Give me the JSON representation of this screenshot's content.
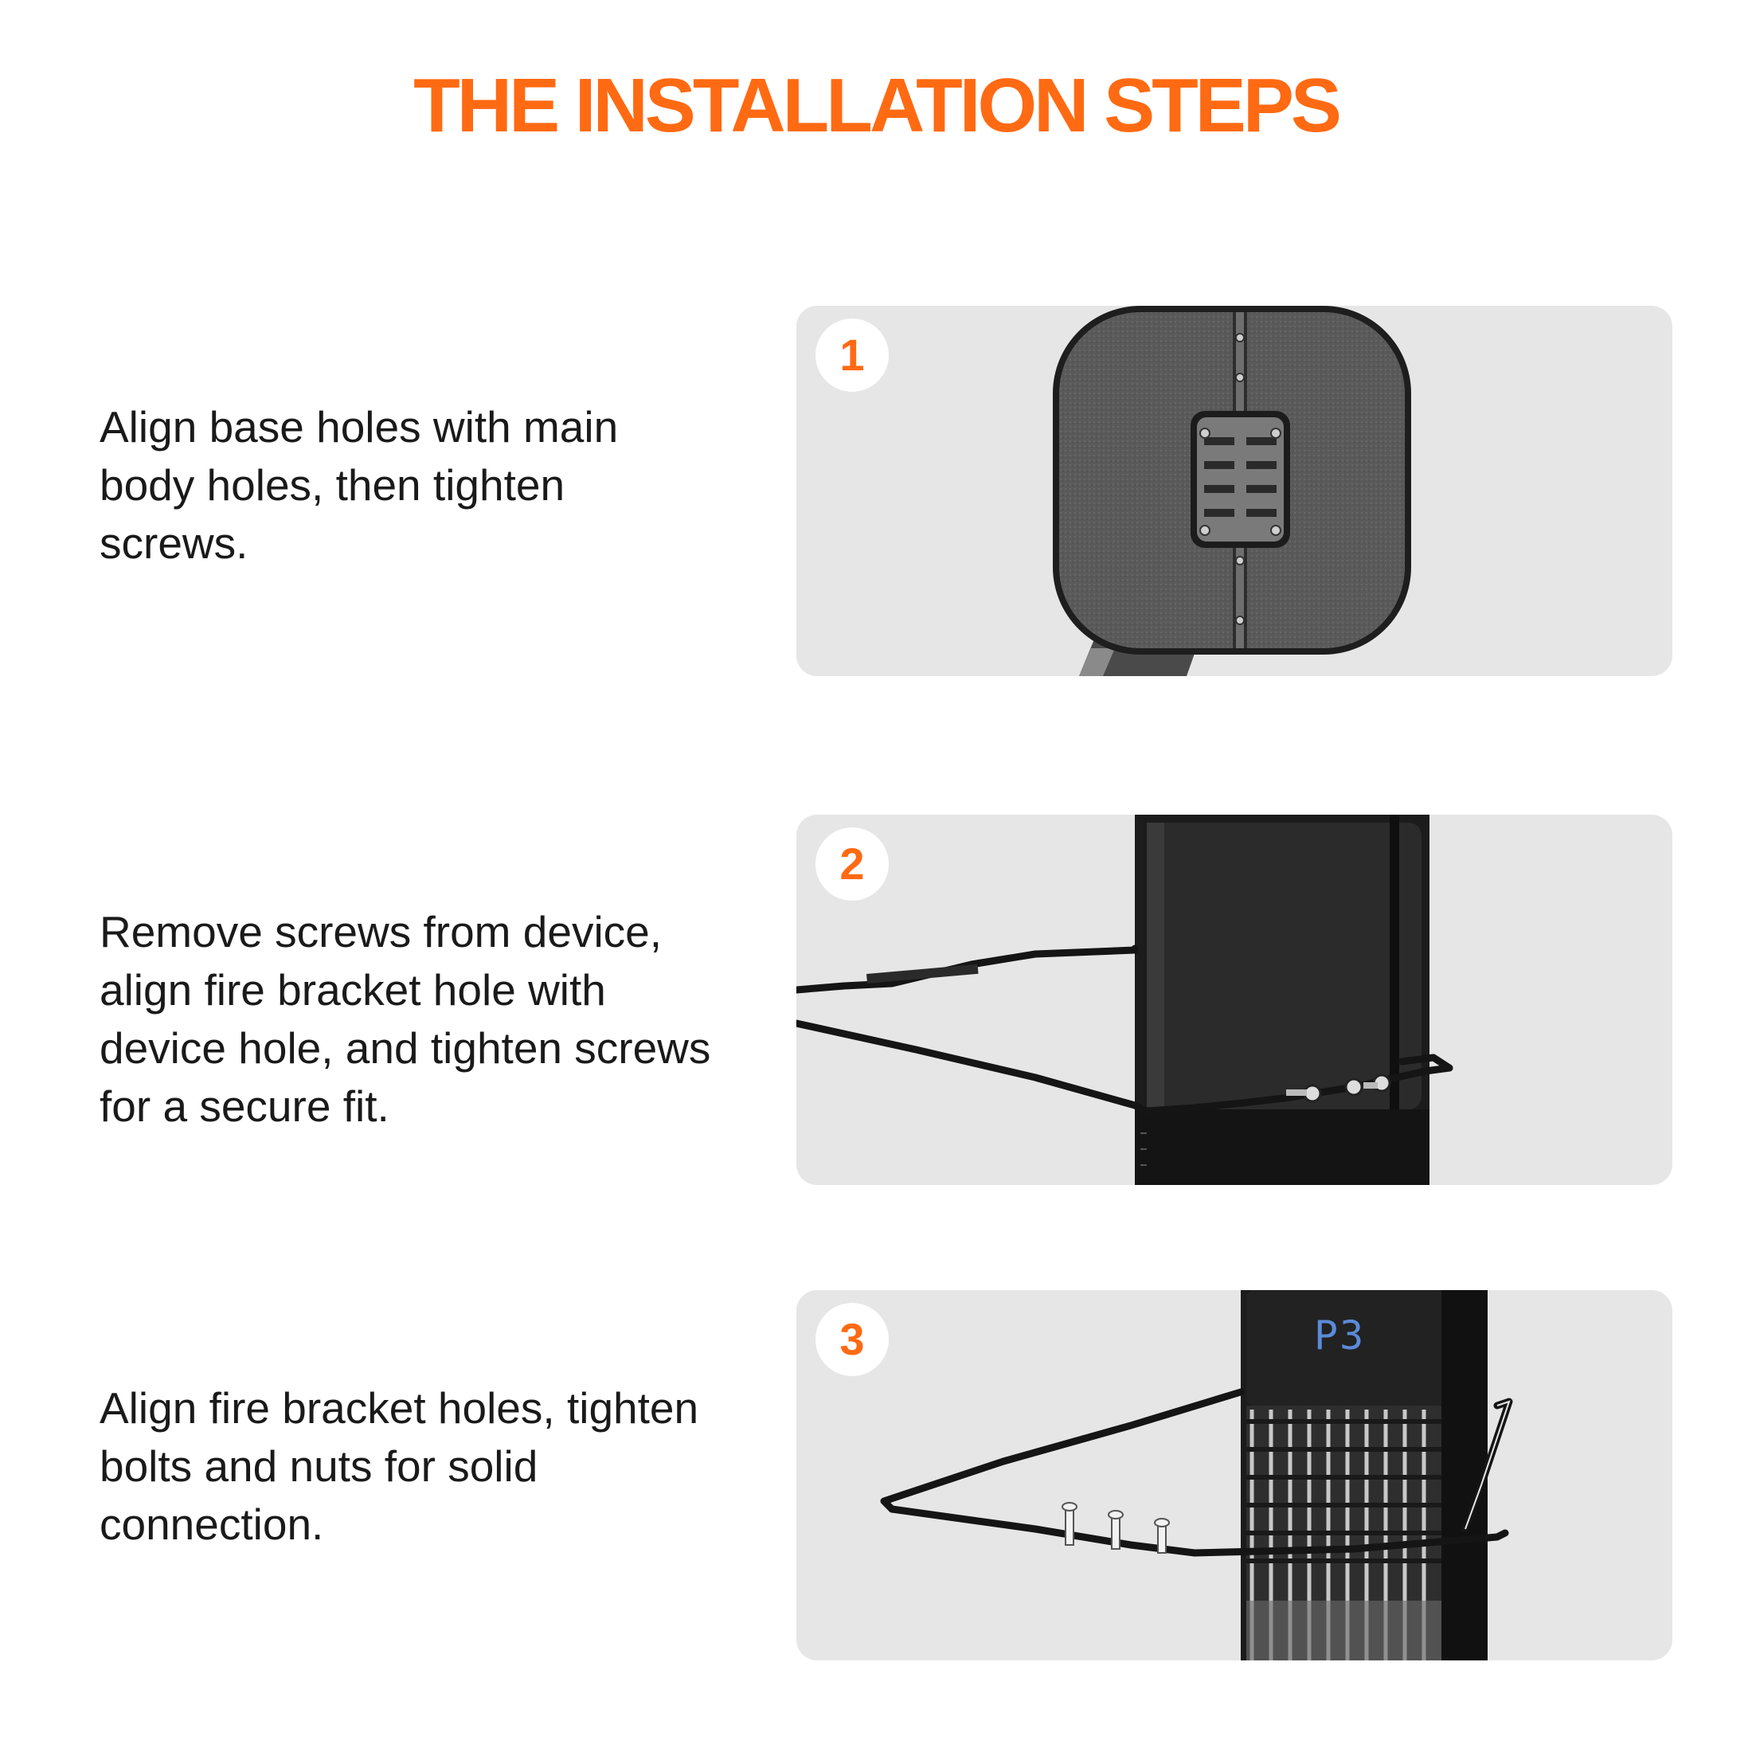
{
  "page": {
    "title": "THE INSTALLATION STEPS",
    "accent_color": "#ff6a13"
  },
  "steps": [
    {
      "number": "1",
      "text": "Align base holes with main body holes, then tighten screws."
    },
    {
      "number": "2",
      "text": "Remove screws from device, align fire bracket hole with device hole, and tighten screws for a secure fit."
    },
    {
      "number": "3",
      "text": "Align fire bracket holes, tighten bolts and nuts for solid connection.",
      "display_readout": "P3"
    }
  ]
}
